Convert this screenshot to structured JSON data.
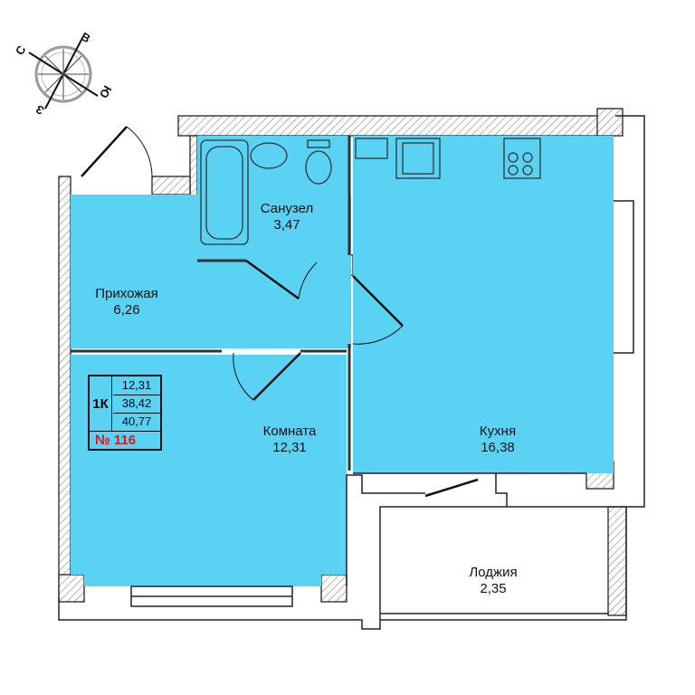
{
  "compass": {
    "n": "С",
    "e": "В",
    "s": "Ю",
    "w": "З"
  },
  "rooms": {
    "bathroom": {
      "name": "Санузел",
      "area": "3,47"
    },
    "hallway": {
      "name": "Прихожая",
      "area": "6,26"
    },
    "room": {
      "name": "Комната",
      "area": "12,31"
    },
    "kitchen": {
      "name": "Кухня",
      "area": "16,38"
    },
    "loggia": {
      "name": "Лоджия",
      "area": "2,35"
    }
  },
  "info": {
    "type": "1К",
    "living_area": "12,31",
    "total_area": "38,42",
    "total_with_loggia": "40,77",
    "number": "№ 116"
  },
  "colors": {
    "room_fill": "#5AD2F4",
    "number": "#e3141b"
  }
}
